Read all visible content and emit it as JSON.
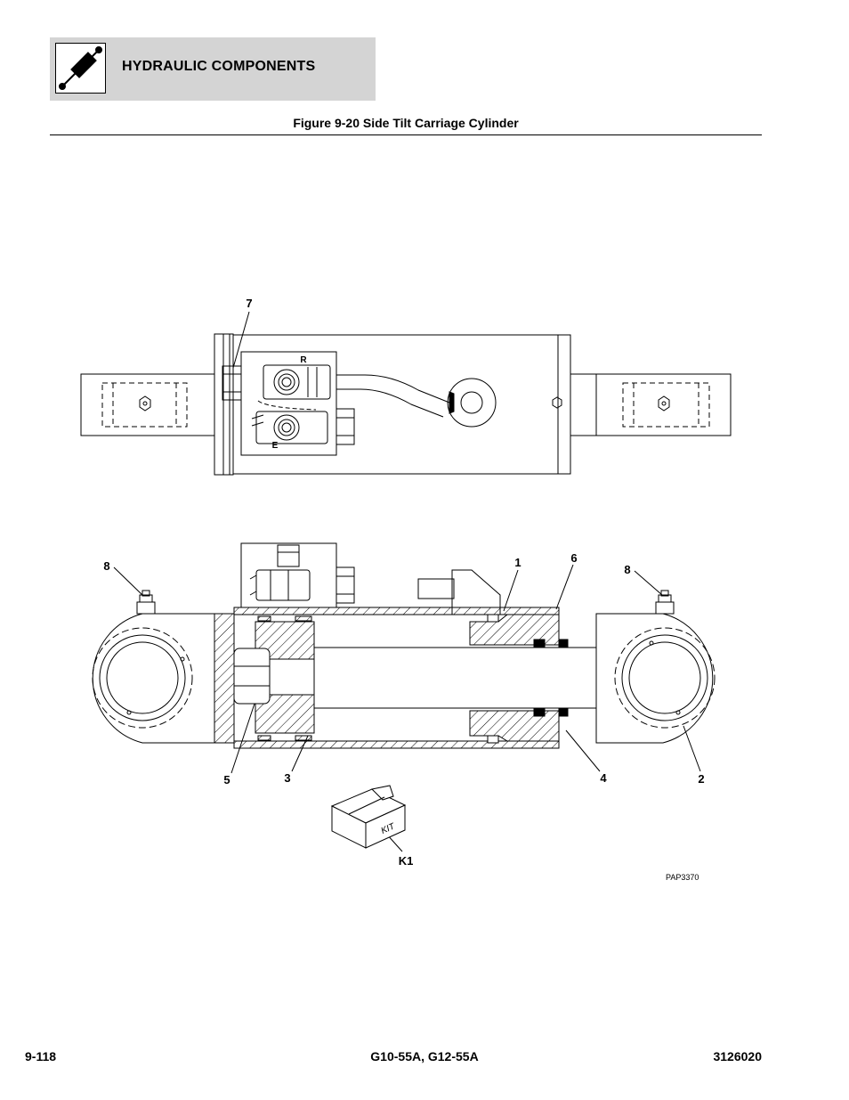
{
  "header": {
    "section_title": "HYDRAULIC COMPONENTS",
    "icon": "hydraulic-cylinder-icon"
  },
  "figure": {
    "title": "Figure 9-20 Side Tilt Carriage Cylinder",
    "drawing_code": "PAP3370",
    "port_labels": {
      "r": "R",
      "e": "E"
    },
    "callouts": {
      "c7": "7",
      "c8_left": "8",
      "c1": "1",
      "c6": "6",
      "c8_right": "8",
      "c5": "5",
      "c3": "3",
      "c4": "4",
      "c2": "2",
      "k1": "K1"
    },
    "kit_text": "KIT"
  },
  "footer": {
    "page_number": "9-118",
    "models": "G10-55A, G12-55A",
    "doc_number": "3126020"
  }
}
